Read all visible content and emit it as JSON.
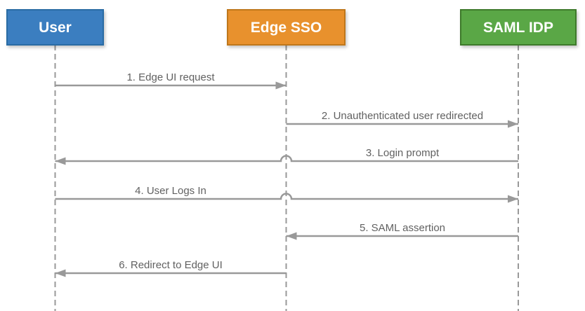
{
  "diagram": {
    "type": "sequence",
    "background": "#ffffff",
    "line_color": "#999999",
    "label_color": "#616161"
  },
  "actors": [
    {
      "label": "User",
      "fill": "#3B7EC0",
      "stroke": "#2A6CA4",
      "text_color": "#ffffff"
    },
    {
      "label": "Edge SSO",
      "fill": "#E8912D",
      "stroke": "#BF771B",
      "text_color": "#ffffff"
    },
    {
      "label": "SAML IDP",
      "fill": "#5AA746",
      "stroke": "#3E7A2B",
      "text_color": "#ffffff"
    }
  ],
  "messages": [
    {
      "label": "1. Edge UI request",
      "from": "User",
      "to": "Edge SSO",
      "hop": false
    },
    {
      "label": "2. Unauthenticated user redirected",
      "from": "Edge SSO",
      "to": "SAML IDP",
      "hop": false
    },
    {
      "label": "3. Login prompt",
      "from": "SAML IDP",
      "to": "User",
      "hop": true
    },
    {
      "label": "4. User Logs In",
      "from": "User",
      "to": "SAML IDP",
      "hop": true
    },
    {
      "label": "5. SAML assertion",
      "from": "SAML IDP",
      "to": "Edge SSO",
      "hop": false
    },
    {
      "label": "6. Redirect to Edge UI",
      "from": "Edge SSO",
      "to": "User",
      "hop": false
    }
  ]
}
